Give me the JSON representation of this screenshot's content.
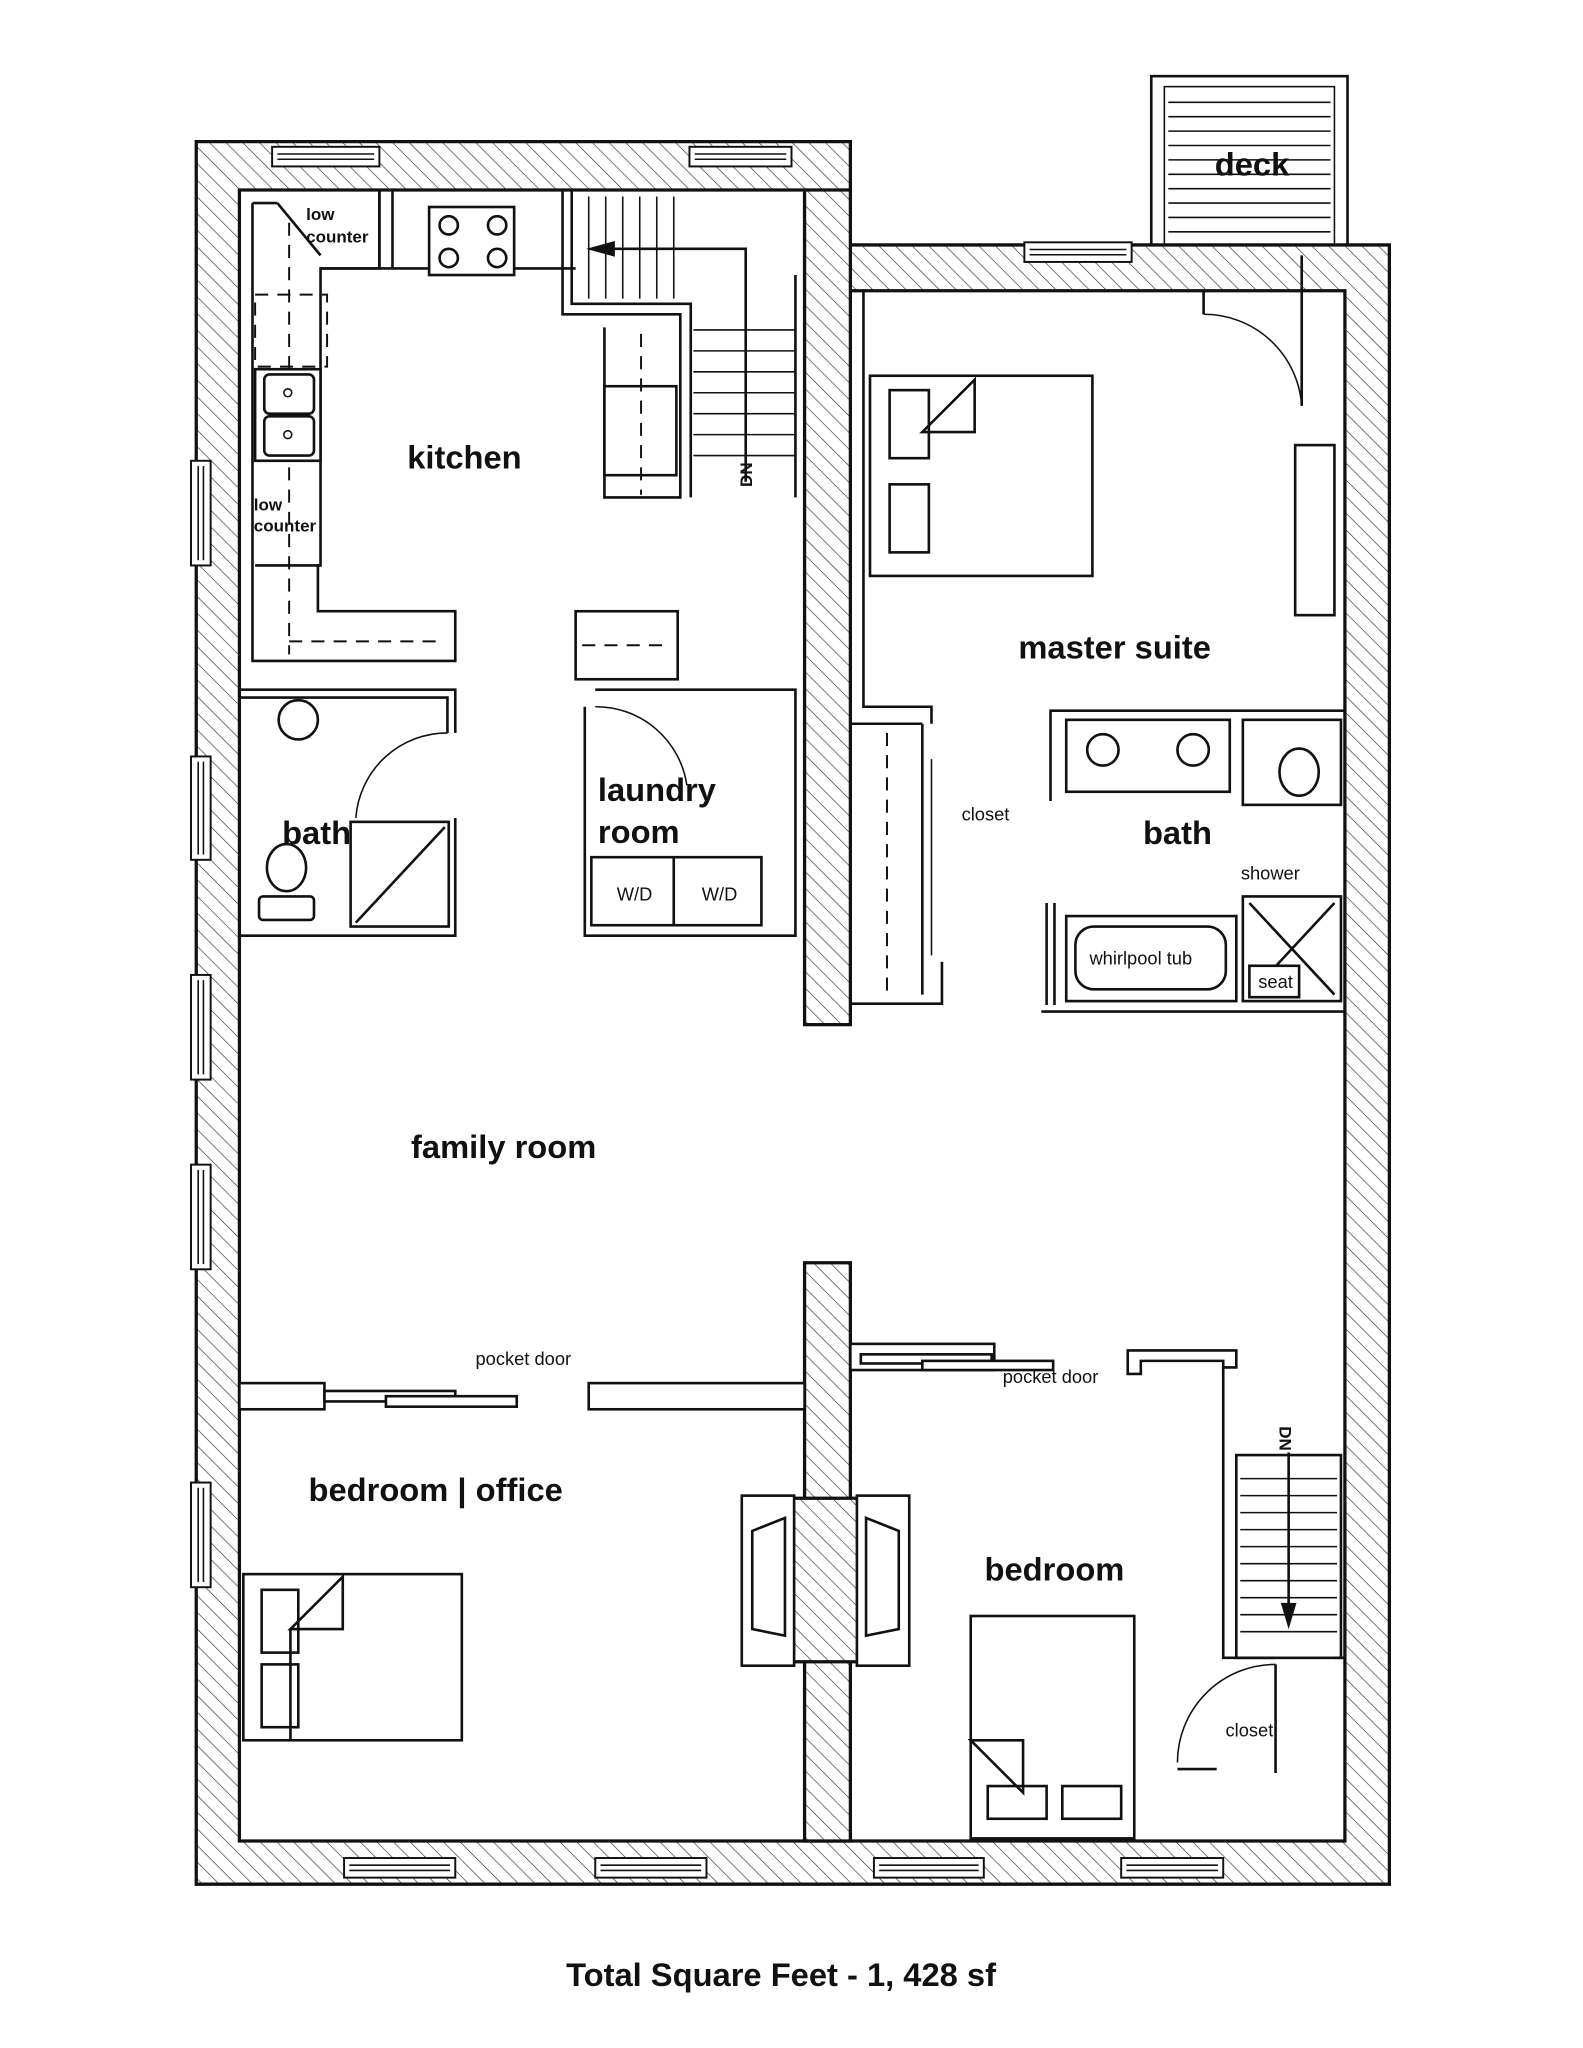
{
  "title": "Total Square Feet - 1, 428 sf",
  "rooms": {
    "kitchen": "kitchen",
    "low_counter_top": [
      "low",
      "counter"
    ],
    "low_counter_side": [
      "low",
      "counter"
    ],
    "master_suite": "master suite",
    "closet_master": "closet",
    "bath_left": "bath",
    "bath_right": "bath",
    "laundry": [
      "laundry",
      "room"
    ],
    "wd": [
      "W/D",
      "W/D"
    ],
    "shower": "shower",
    "whirlpool_tub": "whirlpool tub",
    "seat": "seat",
    "family_room": "family room",
    "pocket_door_left": "pocket door",
    "pocket_door_right": "pocket door",
    "bedroom_office": "bedroom  |  office",
    "bedroom": "bedroom",
    "closet_bedroom": "closet",
    "deck": "deck",
    "stair_dn_top": "DN",
    "stair_dn_bottom": "DN"
  }
}
